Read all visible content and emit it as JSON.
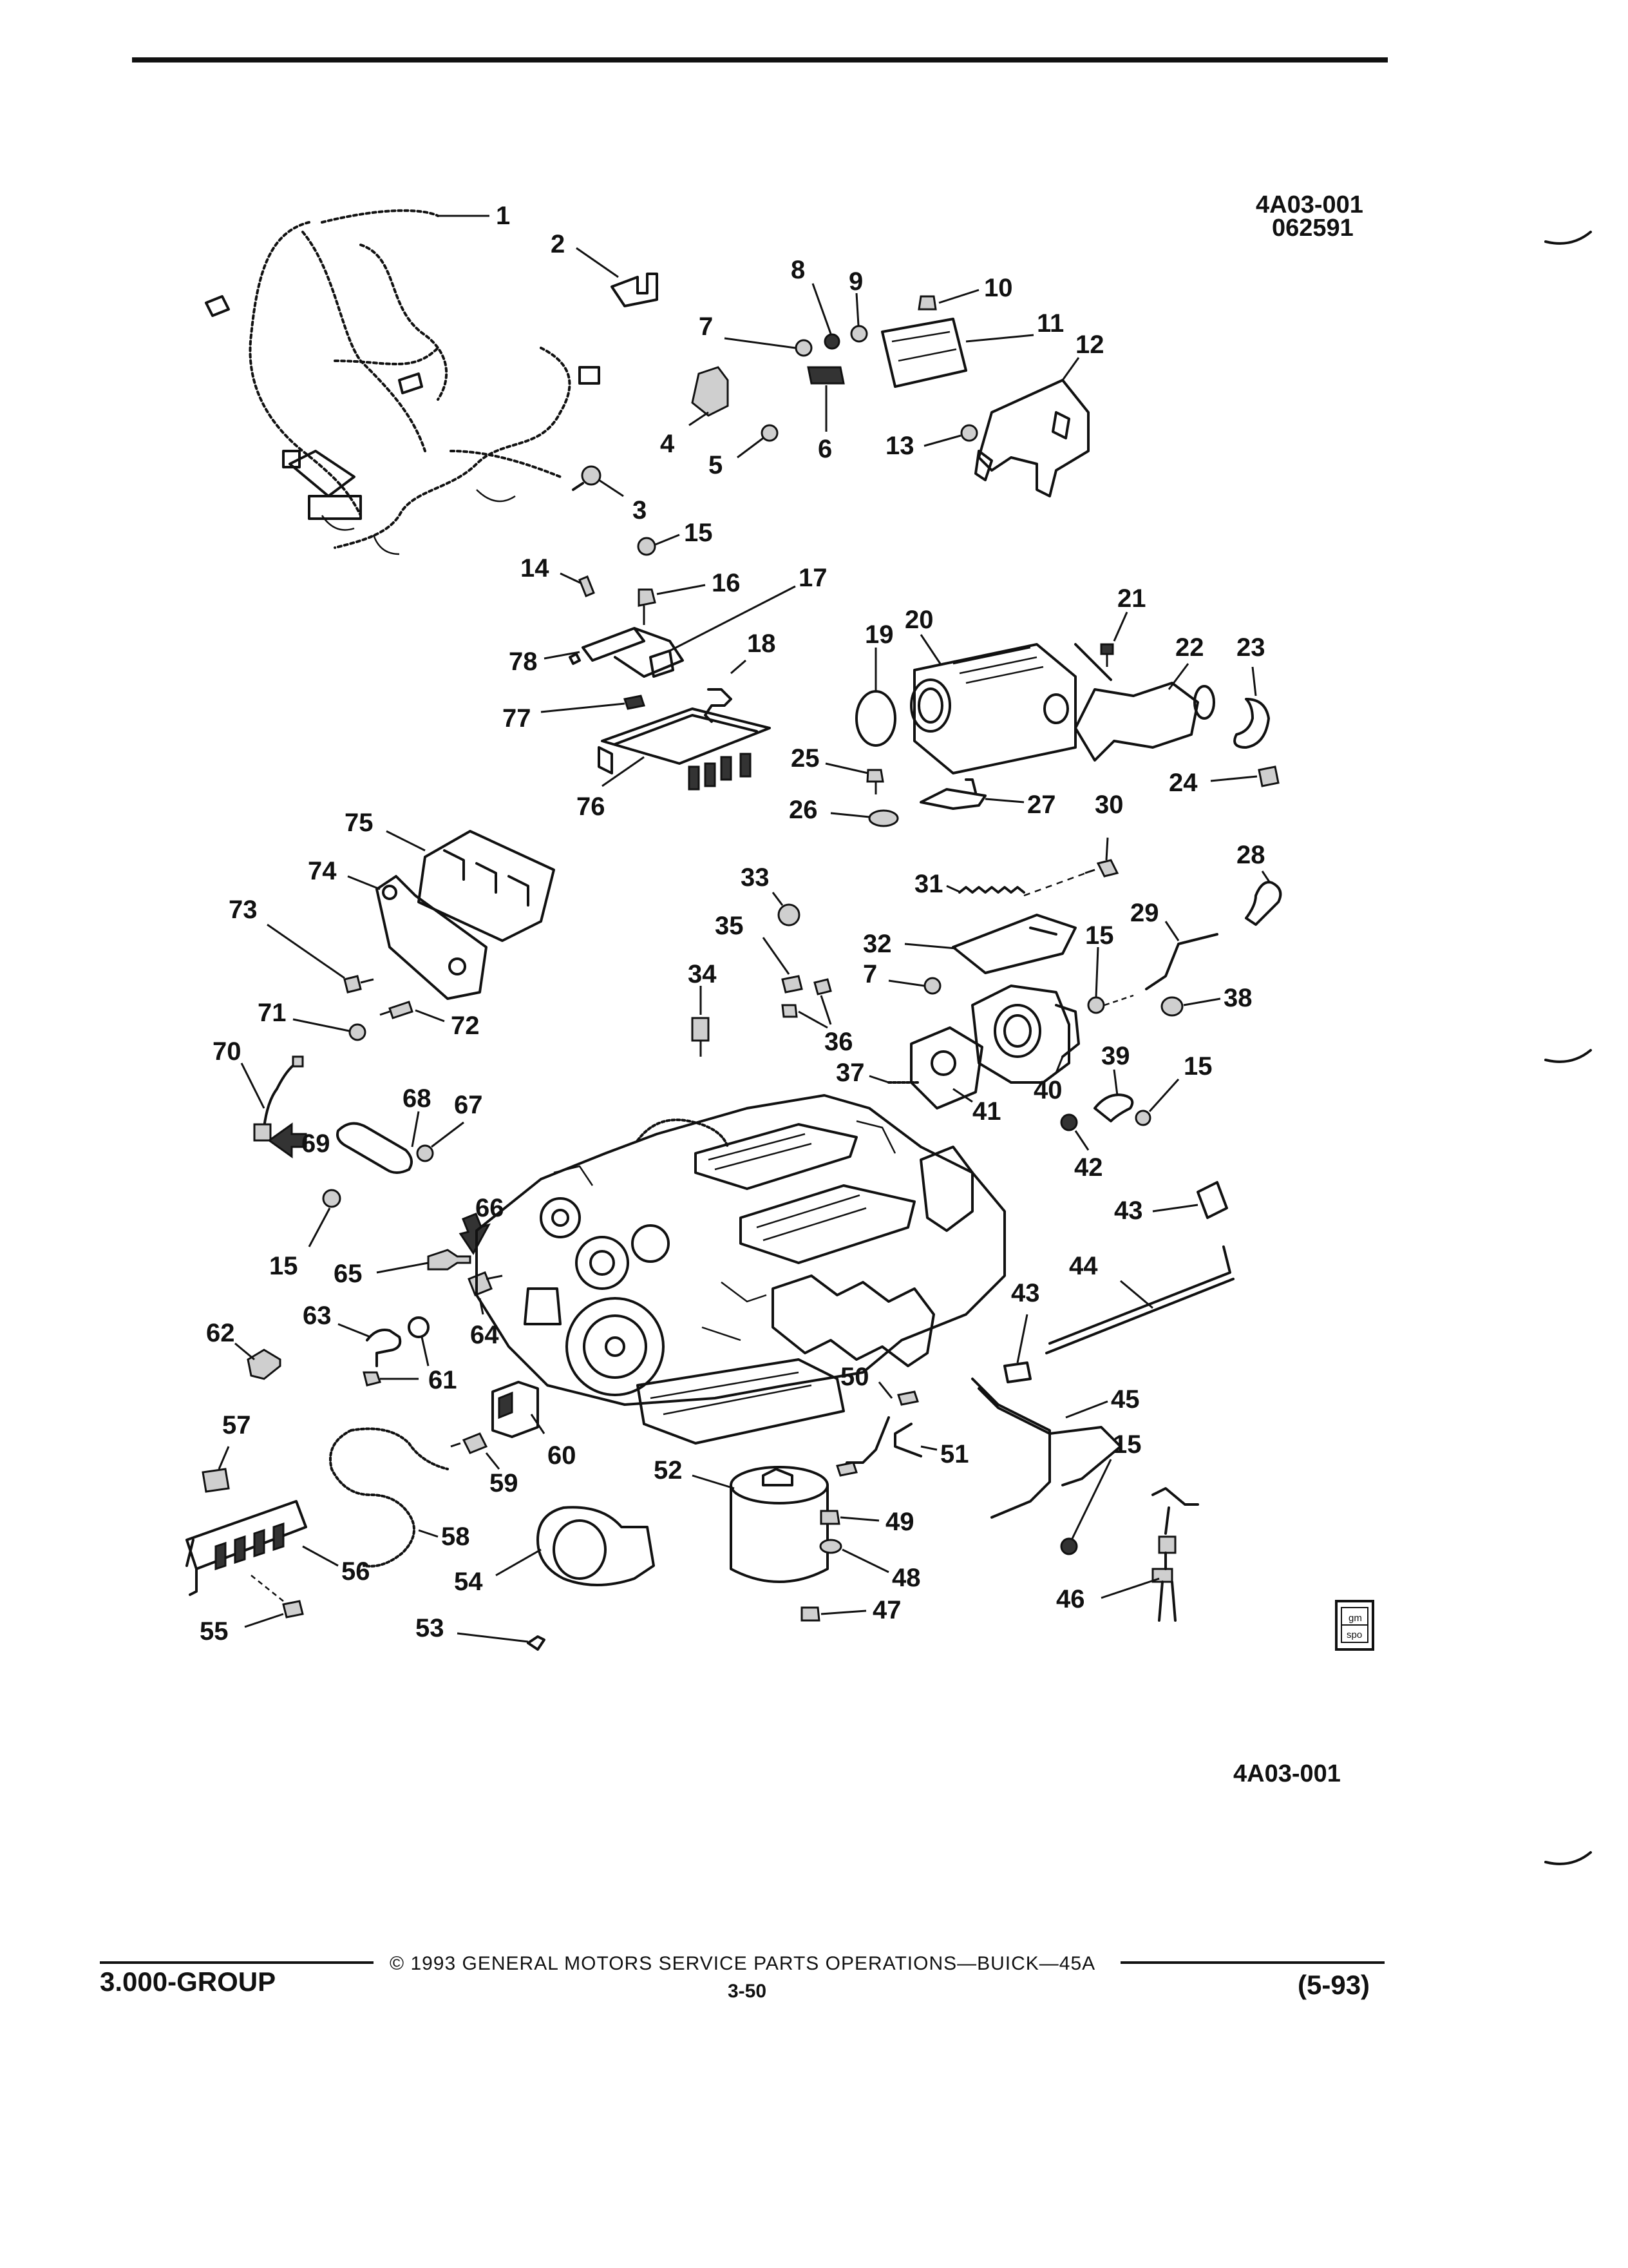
{
  "header": {
    "figure_code": "4A03-001",
    "figure_date": "062591"
  },
  "figure_caption": "4A03-001",
  "footer": {
    "group": "3.000-GROUP",
    "copyright": "© 1993 GENERAL MOTORS SERVICE PARTS OPERATIONS—BUICK—45A",
    "page_number": "3-50",
    "revision": "(5-93)"
  },
  "logo": {
    "text_top": "gm",
    "text_bottom": "spo"
  },
  "callouts": [
    "1",
    "2",
    "3",
    "4",
    "5",
    "6",
    "7",
    "8",
    "9",
    "10",
    "11",
    "12",
    "13",
    "14",
    "15",
    "16",
    "17",
    "18",
    "19",
    "20",
    "21",
    "22",
    "23",
    "24",
    "25",
    "26",
    "27",
    "28",
    "29",
    "30",
    "31",
    "32",
    "33",
    "34",
    "35",
    "36",
    "37",
    "38",
    "39",
    "40",
    "41",
    "42",
    "43",
    "44",
    "45",
    "46",
    "47",
    "48",
    "49",
    "50",
    "51",
    "52",
    "53",
    "54",
    "55",
    "56",
    "57",
    "58",
    "59",
    "60",
    "61",
    "62",
    "63",
    "64",
    "65",
    "66",
    "67",
    "68",
    "69",
    "70",
    "71",
    "72",
    "73",
    "74",
    "75",
    "76",
    "77",
    "78"
  ]
}
